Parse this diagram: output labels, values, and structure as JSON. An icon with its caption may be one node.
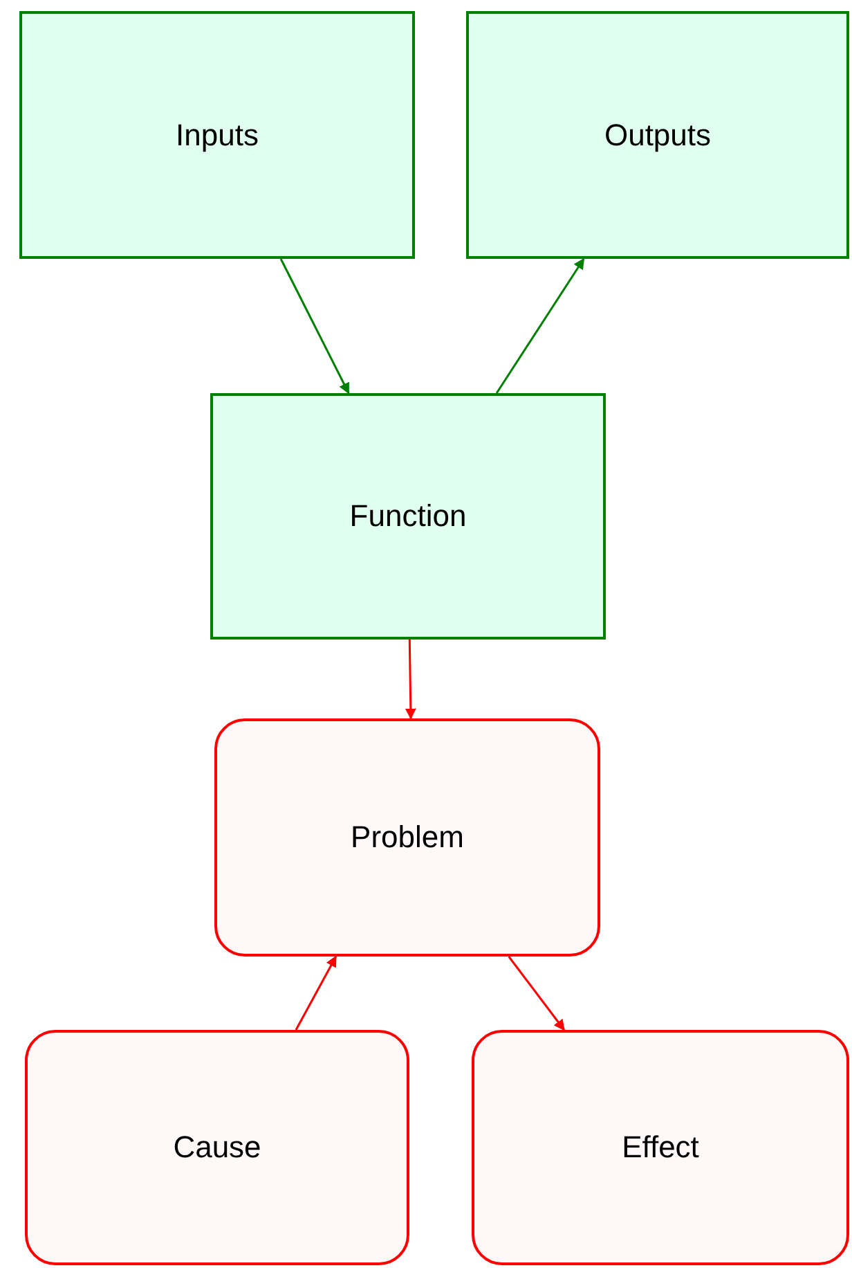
{
  "diagram": {
    "nodes": [
      {
        "text": [
          "Inputs"
        ]
      },
      {
        "text": [
          "Outputs"
        ]
      },
      {
        "text": [
          "Function"
        ]
      },
      {
        "text": [
          "Problem"
        ]
      },
      {
        "text": [
          "Cause"
        ]
      },
      {
        "text": [
          "Effect"
        ]
      }
    ],
    "edges": [
      {
        "from": 0,
        "to": 2,
        "arrow": "to",
        "color": "#008000"
      },
      {
        "from": 2,
        "to": 1,
        "arrow": "to",
        "color": "#008000"
      },
      {
        "from": 2,
        "to": 3,
        "arrow": "to"
      },
      {
        "from": 4,
        "to": 3,
        "arrow": "to"
      },
      {
        "from": 3,
        "to": 5,
        "arrow": "to"
      }
    ]
  }
}
